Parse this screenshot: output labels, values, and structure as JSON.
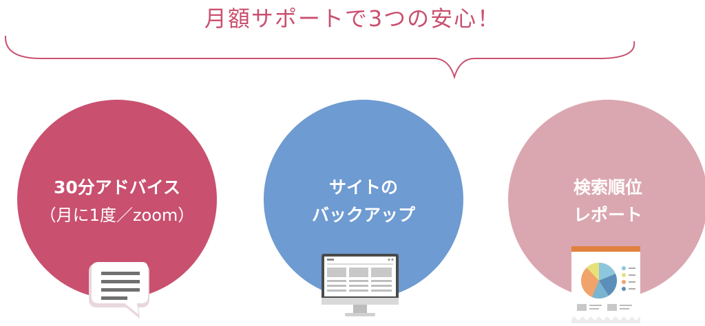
{
  "header": {
    "title": "月額サポートで3つの安心！",
    "title_color": "#C9506F"
  },
  "features": [
    {
      "color": "#C9506F",
      "line1": "30分アドバイス",
      "line2": "（月に1度／zoom）",
      "icon": "chat-bubble-icon"
    },
    {
      "color": "#6E9BD1",
      "line1": "サイトの",
      "line2": "バックアップ",
      "icon": "monitor-icon"
    },
    {
      "color": "#DAA7B0",
      "line1": "検索順位",
      "line2": "レポート",
      "icon": "report-chart-icon"
    }
  ]
}
